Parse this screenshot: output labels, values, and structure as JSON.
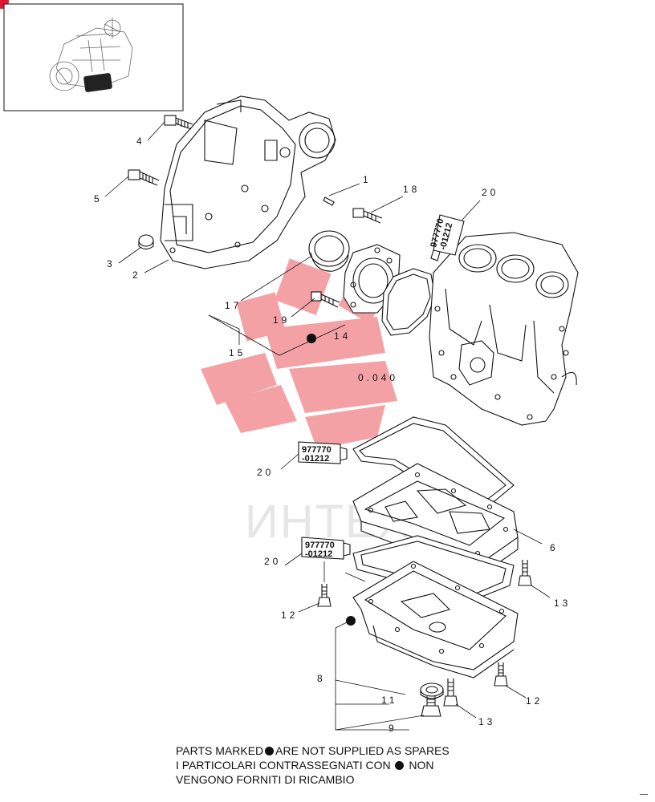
{
  "callouts": {
    "c1": "1",
    "c2": "2",
    "c3": "3",
    "c4": "4",
    "c5": "5",
    "c6": "6",
    "c8": "8",
    "c9": "9",
    "c11": "11",
    "c12a": "12",
    "c12b": "12",
    "c13a": "13",
    "c13b": "13",
    "c14": "14",
    "c15": "15",
    "c17": "17",
    "c18": "18",
    "c19": "19",
    "c20a": "20",
    "c20b": "20",
    "c20c": "20",
    "ref": "0.040"
  },
  "sealant": {
    "line1": "977770",
    "line2": "-01212"
  },
  "watermark": {
    "text": "ИНТЕХ",
    "color": "#e8303a"
  },
  "legend": {
    "line1_a": "PARTS MARKED",
    "line1_b": "ARE NOT SUPPLIED AS SPARES",
    "line2_a": "I PARTICOLARI CONTRASSEGNATI CON",
    "line2_b": "NON",
    "line3": "VENGONO FORNITI DI RICAMBIO"
  },
  "colors": {
    "accent": "#e0192e",
    "line": "#111111"
  }
}
